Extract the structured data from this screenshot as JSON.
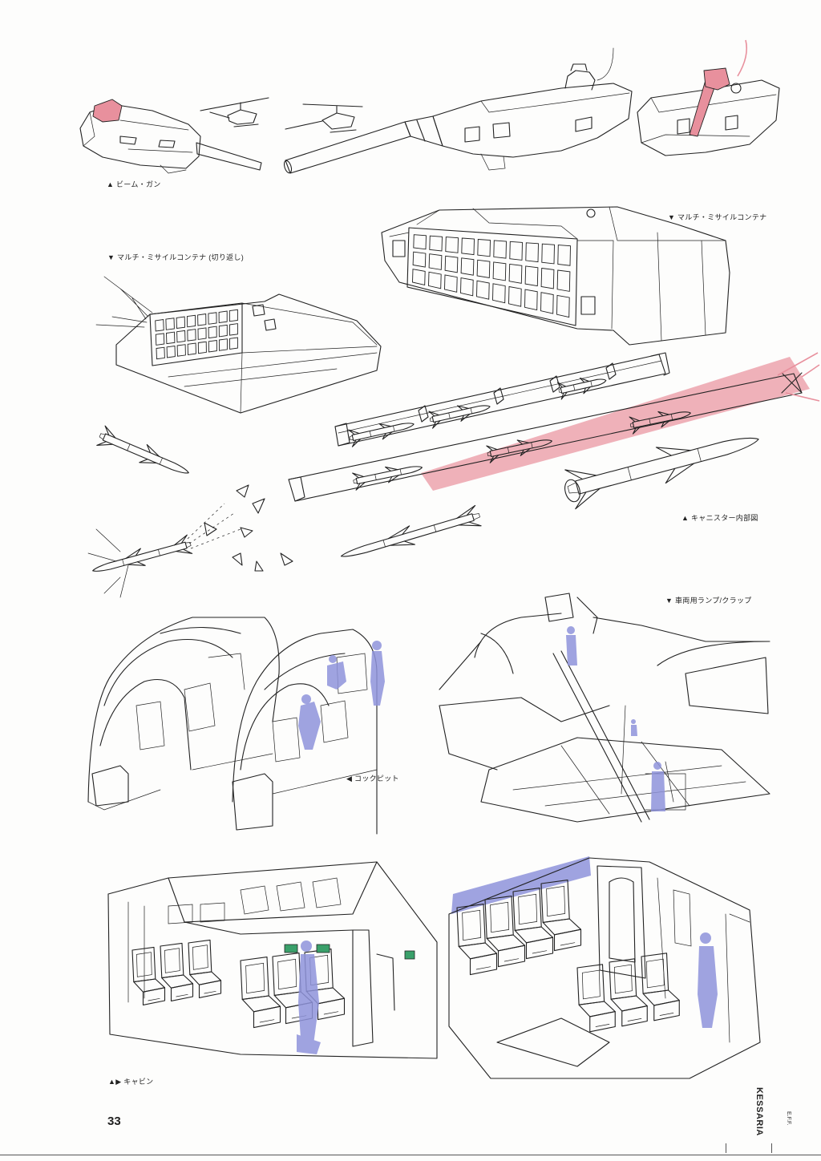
{
  "captions": {
    "beam_gun": "▲ ビーム・ガン",
    "multi_missile_container": "▼ マルチ・ミサイルコンテナ",
    "multi_missile_container_reverse": "▼ マルチ・ミサイルコンテナ (切り返し)",
    "canister_interior": "▲ キャニスター内部図",
    "vehicle_ramp": "▼ 車両用ランプ/クラップ",
    "cockpit": "◀ コックピット",
    "cabin": "▲▶ キャビン"
  },
  "page_number": "33",
  "side_title": "KESSARIA",
  "side_label": "E.F.F.",
  "colors": {
    "ink": "#222222",
    "highlight_pink": "#e8909d",
    "figure_blue": "#8e93db",
    "screen_green": "#3aa06a",
    "paper": "#fdfdfc"
  }
}
